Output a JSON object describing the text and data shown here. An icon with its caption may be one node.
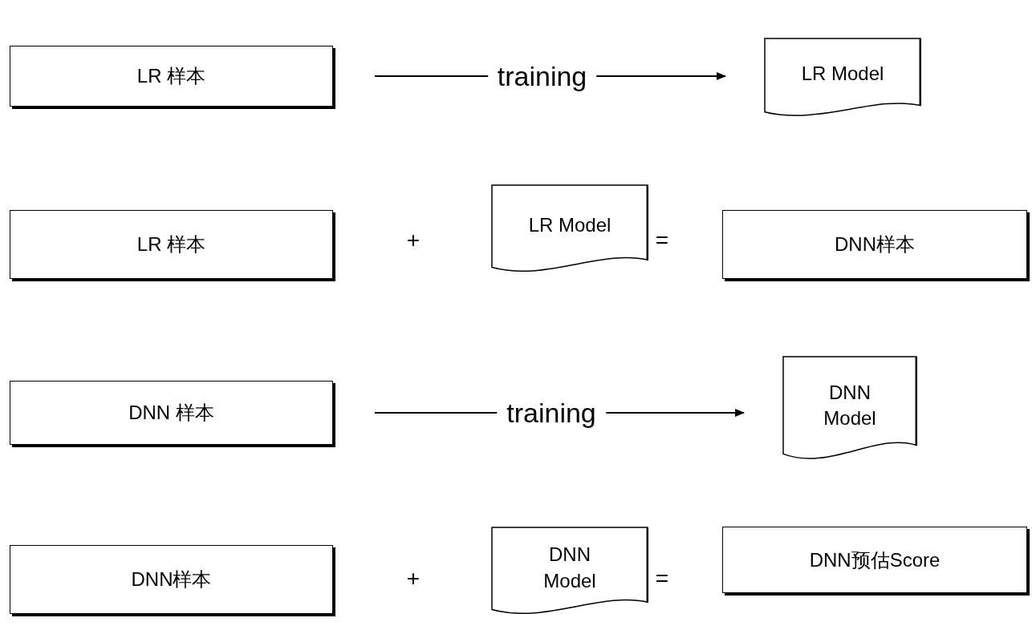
{
  "diagram": {
    "nodes": [
      {
        "text": [
          "LR 样本"
        ]
      },
      {
        "text": [
          "LR Model"
        ]
      },
      {
        "text": [
          "LR 样本"
        ]
      },
      {
        "text": [
          "LR Model"
        ]
      },
      {
        "text": [
          "DNN样本"
        ]
      },
      {
        "text": [
          "DNN 样本"
        ]
      },
      {
        "text": [
          "DNN Model"
        ]
      },
      {
        "text": [
          "DNN样本"
        ]
      },
      {
        "text": [
          "DNN Model"
        ]
      },
      {
        "text": [
          "DNN预估Score"
        ]
      }
    ],
    "edges": [
      {
        "from": 0,
        "to": 1,
        "arrow": "to",
        "label": "training"
      },
      {
        "from": 5,
        "to": 6,
        "arrow": "to",
        "label": "training"
      }
    ],
    "labels": [
      "+",
      "=",
      "+",
      "="
    ]
  }
}
